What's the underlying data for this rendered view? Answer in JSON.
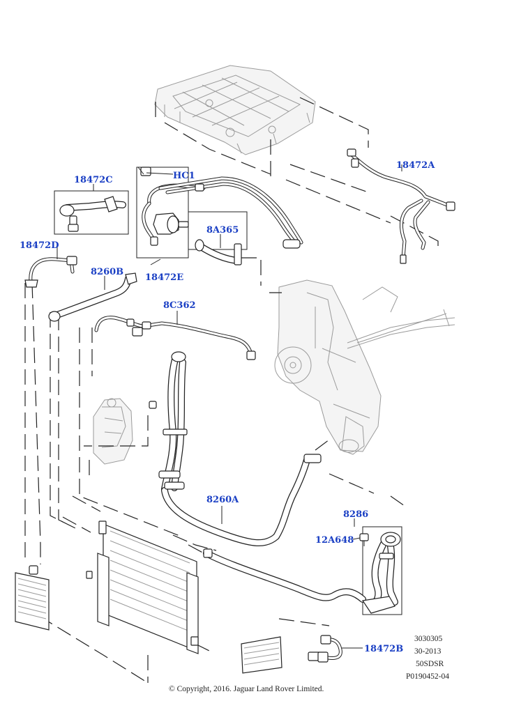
{
  "colors": {
    "callout": "#1a3fc4",
    "line": "#222222",
    "ghost": "#9a9a9a"
  },
  "callouts": {
    "c18472A": "18472A",
    "c18472C": "18472C",
    "cHC1": "HC1",
    "c8A365": "8A365",
    "c18472D": "18472D",
    "c8260B": "8260B",
    "c18472E": "18472E",
    "c8C362": "8C362",
    "c8260A": "8260A",
    "c8286": "8286",
    "c12A648": "12A648",
    "c18472B": "18472B"
  },
  "codes": {
    "code1": "3030305",
    "code2": "30-2013",
    "code3": "50SDSR",
    "code4": "P0190452-04"
  },
  "copyright": "© Copyright, 2016. Jaguar Land Rover Limited."
}
